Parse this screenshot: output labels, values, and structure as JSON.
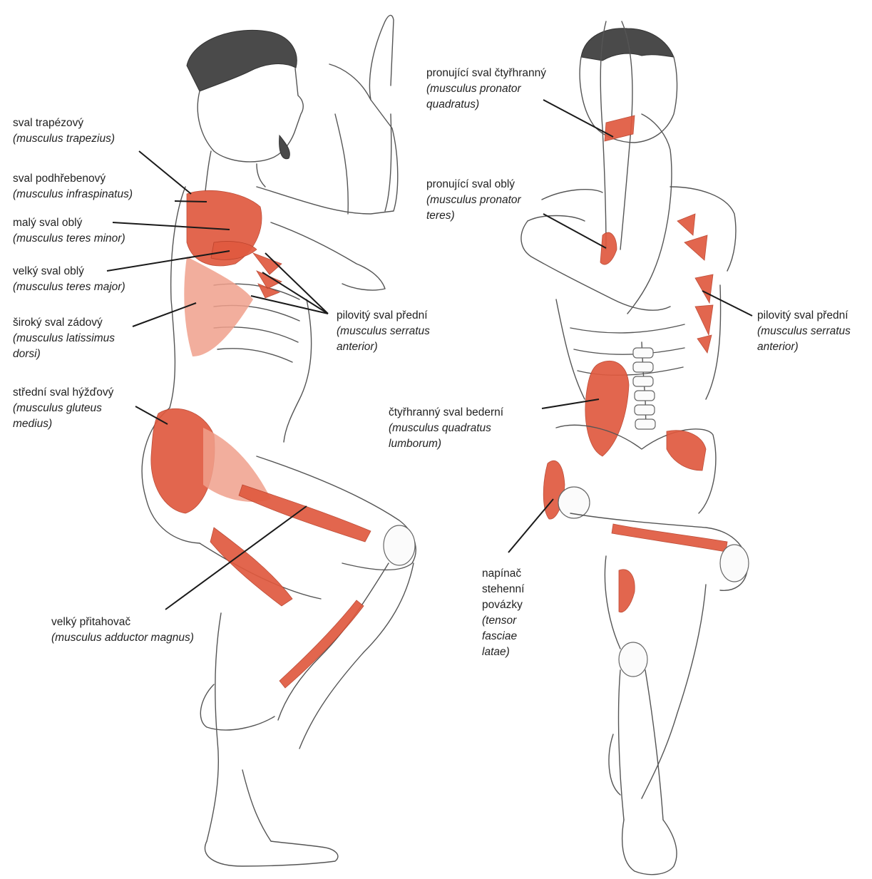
{
  "labels": {
    "trapezius": {
      "cz": "sval trapézový",
      "la": "(musculus trapezius)"
    },
    "infraspinatus": {
      "cz": "sval podhřebenový",
      "la": "(musculus infraspinatus)"
    },
    "teres_minor": {
      "cz": "malý sval oblý",
      "la": "(musculus teres minor)"
    },
    "teres_major": {
      "cz": "velký sval oblý",
      "la": "(musculus teres major)"
    },
    "latissimus": {
      "cz": "široký sval zádový",
      "la": "(musculus latissimus dorsi)"
    },
    "gluteus_medius": {
      "cz": "střední sval hýžďový",
      "la": "(musculus gluteus medius)"
    },
    "adductor_magnus": {
      "cz": "velký přitahovač",
      "la": "(musculus adductor magnus)"
    },
    "serratus_left": {
      "cz": "pilovitý sval přední",
      "la": "(musculus serratus anterior)"
    },
    "pronator_quadratus": {
      "cz": "pronující sval čtyřhranný",
      "la": "(musculus pronator quadratus)"
    },
    "pronator_teres": {
      "cz": "pronující sval oblý",
      "la": "(musculus pronator teres)"
    },
    "serratus_right": {
      "cz": "pilovitý sval přední",
      "la": "(musculus serratus anterior)"
    },
    "quadratus_lumborum": {
      "cz": "čtyřhranný sval bederní",
      "la": "(musculus quadratus lumborum)"
    },
    "tensor_fasciae": {
      "cz": "napínač stehenní povázky",
      "la": "(tensor fasciae latae)"
    }
  },
  "colors": {
    "muscle": "#e05a3f",
    "muscle_light": "#f0a08c",
    "outline": "#555555",
    "leader": "#1a1a1a",
    "text": "#222222",
    "background": "#ffffff"
  }
}
